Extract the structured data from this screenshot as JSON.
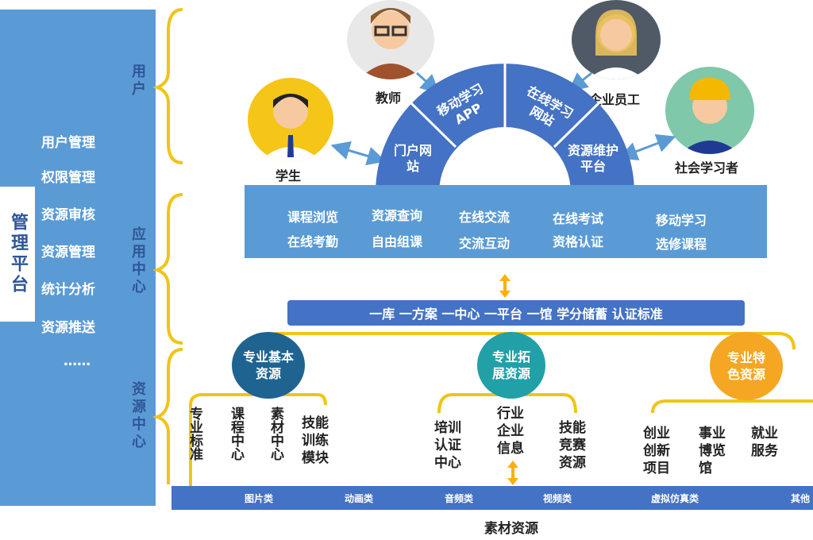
{
  "management": {
    "title": "管理平台",
    "items": [
      "用户管理",
      "权限管理",
      "资源审核",
      "资源管理",
      "统计分析",
      "资源推送",
      "……"
    ]
  },
  "layers": {
    "users": "用户",
    "apps": "应用中心",
    "resources": "资源中心"
  },
  "users": [
    {
      "label": "教师"
    },
    {
      "label": "企业员工"
    },
    {
      "label": "学生"
    },
    {
      "label": "社会学习者"
    }
  ],
  "portal": [
    "门户网站",
    "移动学习APP",
    "在线学习网站",
    "资源维护平台"
  ],
  "app_functions": [
    "课程浏览",
    "资源查询",
    "在线交流",
    "在线考试",
    "移动学习",
    "在线考勤",
    "自由组课",
    "交流互动",
    "资格认证",
    "选修课程"
  ],
  "core_bar": "一库 一方案 一中心 一平台 一馆 学分储蓄 认证标准",
  "resource_groups": [
    {
      "title": "专业基本资源",
      "color": "#1f6391",
      "items": [
        "专业标准",
        "课程中心",
        "素材中心",
        "技能训练模块"
      ]
    },
    {
      "title": "专业拓展资源",
      "color": "#22a0a8",
      "items": [
        "培训认证中心",
        "行业企业信息",
        "技能竞赛资源"
      ]
    },
    {
      "title": "专业特色资源",
      "color": "#f5a623",
      "items": [
        "创业创新项目",
        "事业博览馆",
        "就业服务"
      ]
    }
  ],
  "materials": {
    "title": "素材资源",
    "types": [
      "图片类",
      "动画类",
      "音频类",
      "视频类",
      "虚拟仿真类",
      "其他"
    ]
  },
  "colors": {
    "blue": "#5b9bd5",
    "dark_blue": "#4472c4",
    "arc": "#3f6ec2",
    "gold": "#f0c419",
    "arrow": "#ffb000"
  }
}
